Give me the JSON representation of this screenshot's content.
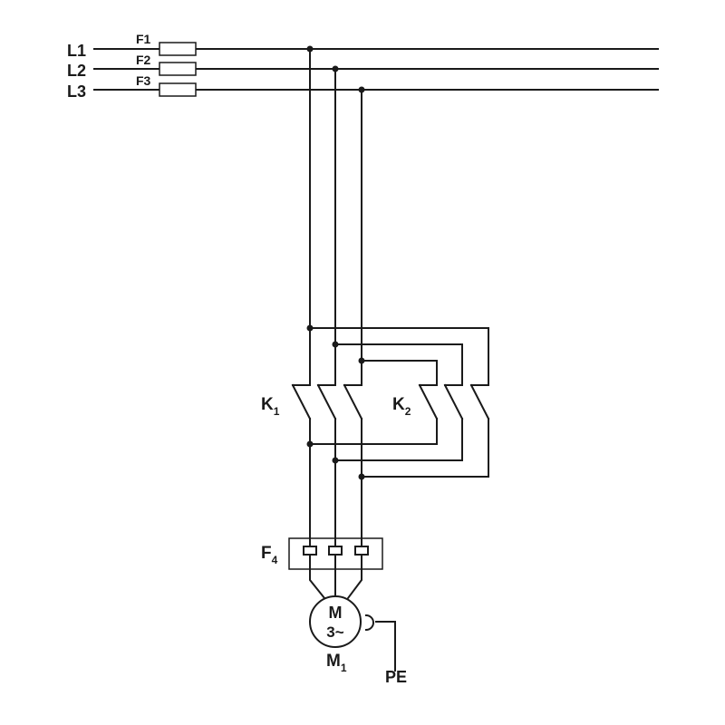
{
  "lines": {
    "l1": "L1",
    "l2": "L2",
    "l3": "L3"
  },
  "fuses": {
    "f1": "F1",
    "f2": "F2",
    "f3": "F3"
  },
  "contactor_k1": {
    "letter": "K",
    "index": "1"
  },
  "contactor_k2": {
    "letter": "K",
    "index": "2"
  },
  "overload_f4": {
    "letter": "F",
    "index": "4"
  },
  "motor": {
    "symbol": "M",
    "phases": "3~",
    "letter": "M",
    "index": "1"
  },
  "earth": "PE"
}
